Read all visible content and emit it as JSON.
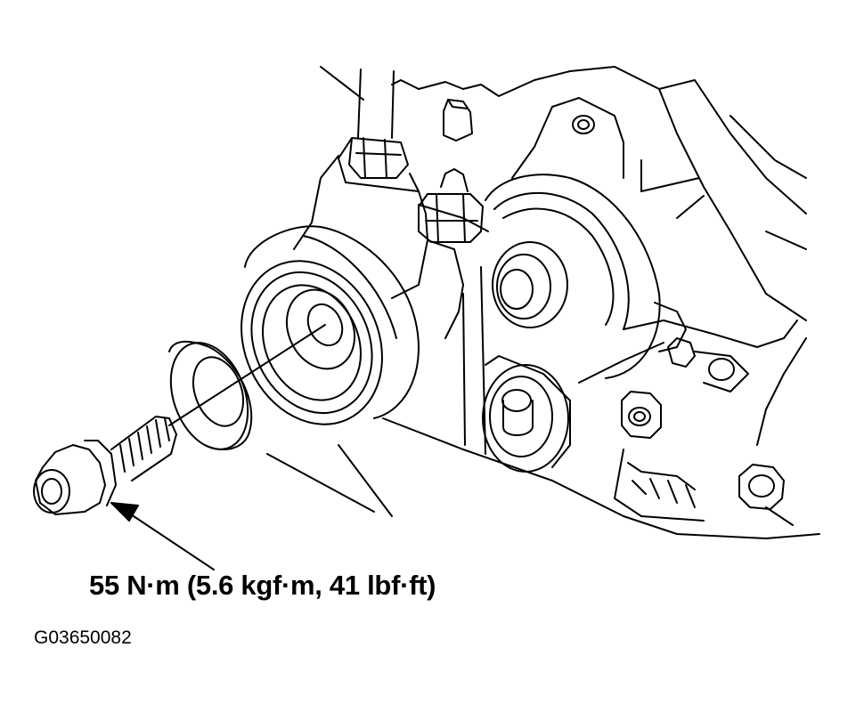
{
  "diagram": {
    "torque_label": "55 N·m (5.6 kgf·m, 41 lbf·ft)",
    "figure_id": "G03650082",
    "parts": [
      "idler-pulley",
      "pulley-cover-washer",
      "flange-bolt",
      "tensioner-bracket",
      "nut",
      "stud"
    ],
    "stroke_color": "#000000",
    "background_color": "#ffffff"
  }
}
